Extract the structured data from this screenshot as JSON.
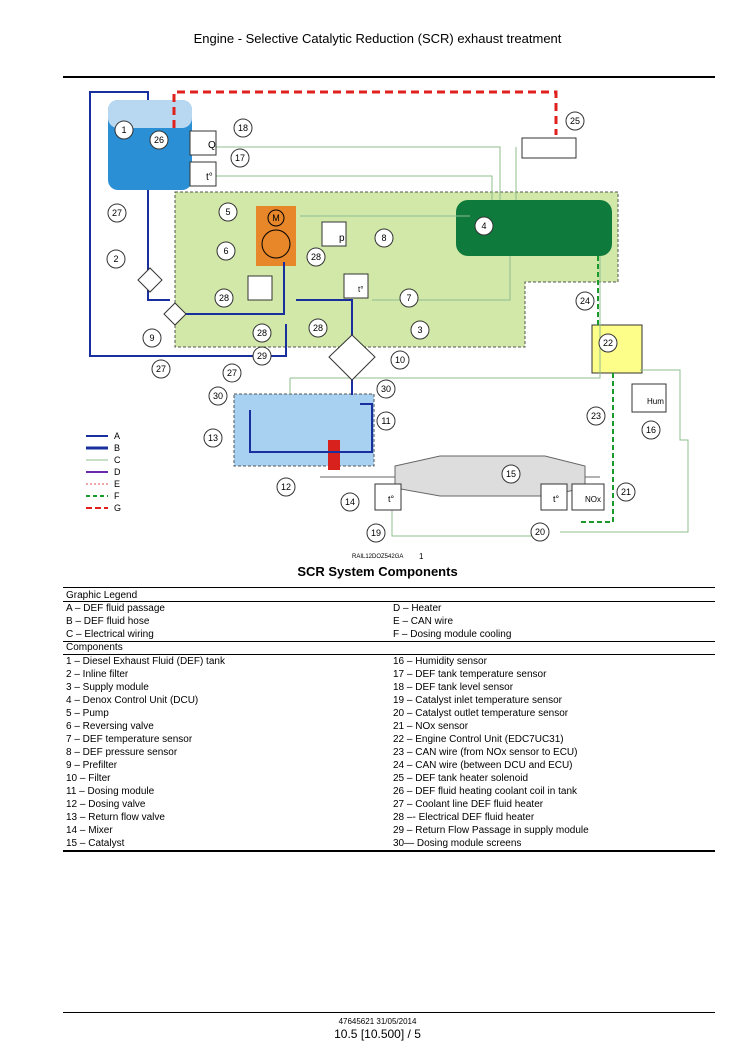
{
  "header": {
    "title": "Engine - Selective Catalytic Reduction (SCR) exhaust treatment"
  },
  "figure": {
    "code": "RAIL12DOZ542GA",
    "number": "1",
    "title": "SCR System Components",
    "callouts": [
      "1",
      "2",
      "3",
      "4",
      "5",
      "6",
      "7",
      "8",
      "9",
      "10",
      "11",
      "12",
      "13",
      "14",
      "15",
      "16",
      "17",
      "18",
      "19",
      "20",
      "21",
      "22",
      "23",
      "24",
      "25",
      "26",
      "27",
      "28",
      "29",
      "30"
    ],
    "legend_keys": [
      "A",
      "B",
      "C",
      "D",
      "E",
      "F",
      "G"
    ],
    "sensor_labels": {
      "level": "Q",
      "temp": "t°",
      "pressure": "p",
      "humidity": "Hum",
      "nox": "NOx",
      "motor": "M"
    },
    "colors": {
      "fluid_passage": "#1a2f9e",
      "fluid_hose": "#1a2f9e",
      "wiring": "#8fbc8f",
      "can": "#d9534f",
      "cooling": "#1a9a2a",
      "g_line": "#e0201c",
      "supply_module": "#cfe8a6",
      "dcu": "#0e7a3c",
      "tank": "#2b8fd6",
      "pump": "#e8862a",
      "ecu": "#fdfd8a",
      "dosing_module": "#a8d0f0"
    }
  },
  "table": {
    "legend_title": "Graphic Legend",
    "legend_rows": [
      [
        "A – DEF fluid passage",
        "D – Heater"
      ],
      [
        "B – DEF fluid hose",
        "E – CAN wire"
      ],
      [
        "C – Electrical wiring",
        "F – Dosing module cooling"
      ]
    ],
    "components_title": "Components",
    "component_rows": [
      [
        "1 – Diesel Exhaust Fluid (DEF) tank",
        "16 – Humidity sensor"
      ],
      [
        "2 – Inline filter",
        "17 – DEF tank temperature sensor"
      ],
      [
        "3 – Supply module",
        "18 – DEF tank level sensor"
      ],
      [
        "4 – Denox Control Unit (DCU)",
        "19 – Catalyst inlet temperature sensor"
      ],
      [
        "5 – Pump",
        "20 – Catalyst outlet temperature sensor"
      ],
      [
        "6 – Reversing valve",
        "21 – NOx sensor"
      ],
      [
        "7 – DEF temperature sensor",
        "22 – Engine Control Unit (EDC7UC31)"
      ],
      [
        "8 – DEF pressure sensor",
        "23 – CAN wire (from NOx sensor to ECU)"
      ],
      [
        "9 – Prefilter",
        "24 – CAN wire (between DCU and ECU)"
      ],
      [
        "10 – Filter",
        "25 – DEF tank heater solenoid"
      ],
      [
        "11 – Dosing module",
        "26 – DEF fluid heating coolant coil in tank"
      ],
      [
        "12 – Dosing valve",
        "27 – Coolant line DEF fluid heater"
      ],
      [
        "13 – Return flow valve",
        "28 –- Electrical DEF fluid heater"
      ],
      [
        "14 – Mixer",
        "29 – Return Flow Passage in supply module"
      ],
      [
        "15 – Catalyst",
        "30— Dosing module screens"
      ]
    ]
  },
  "footer": {
    "doc": "47645621 31/05/2014",
    "page": "10.5 [10.500] / 5"
  }
}
